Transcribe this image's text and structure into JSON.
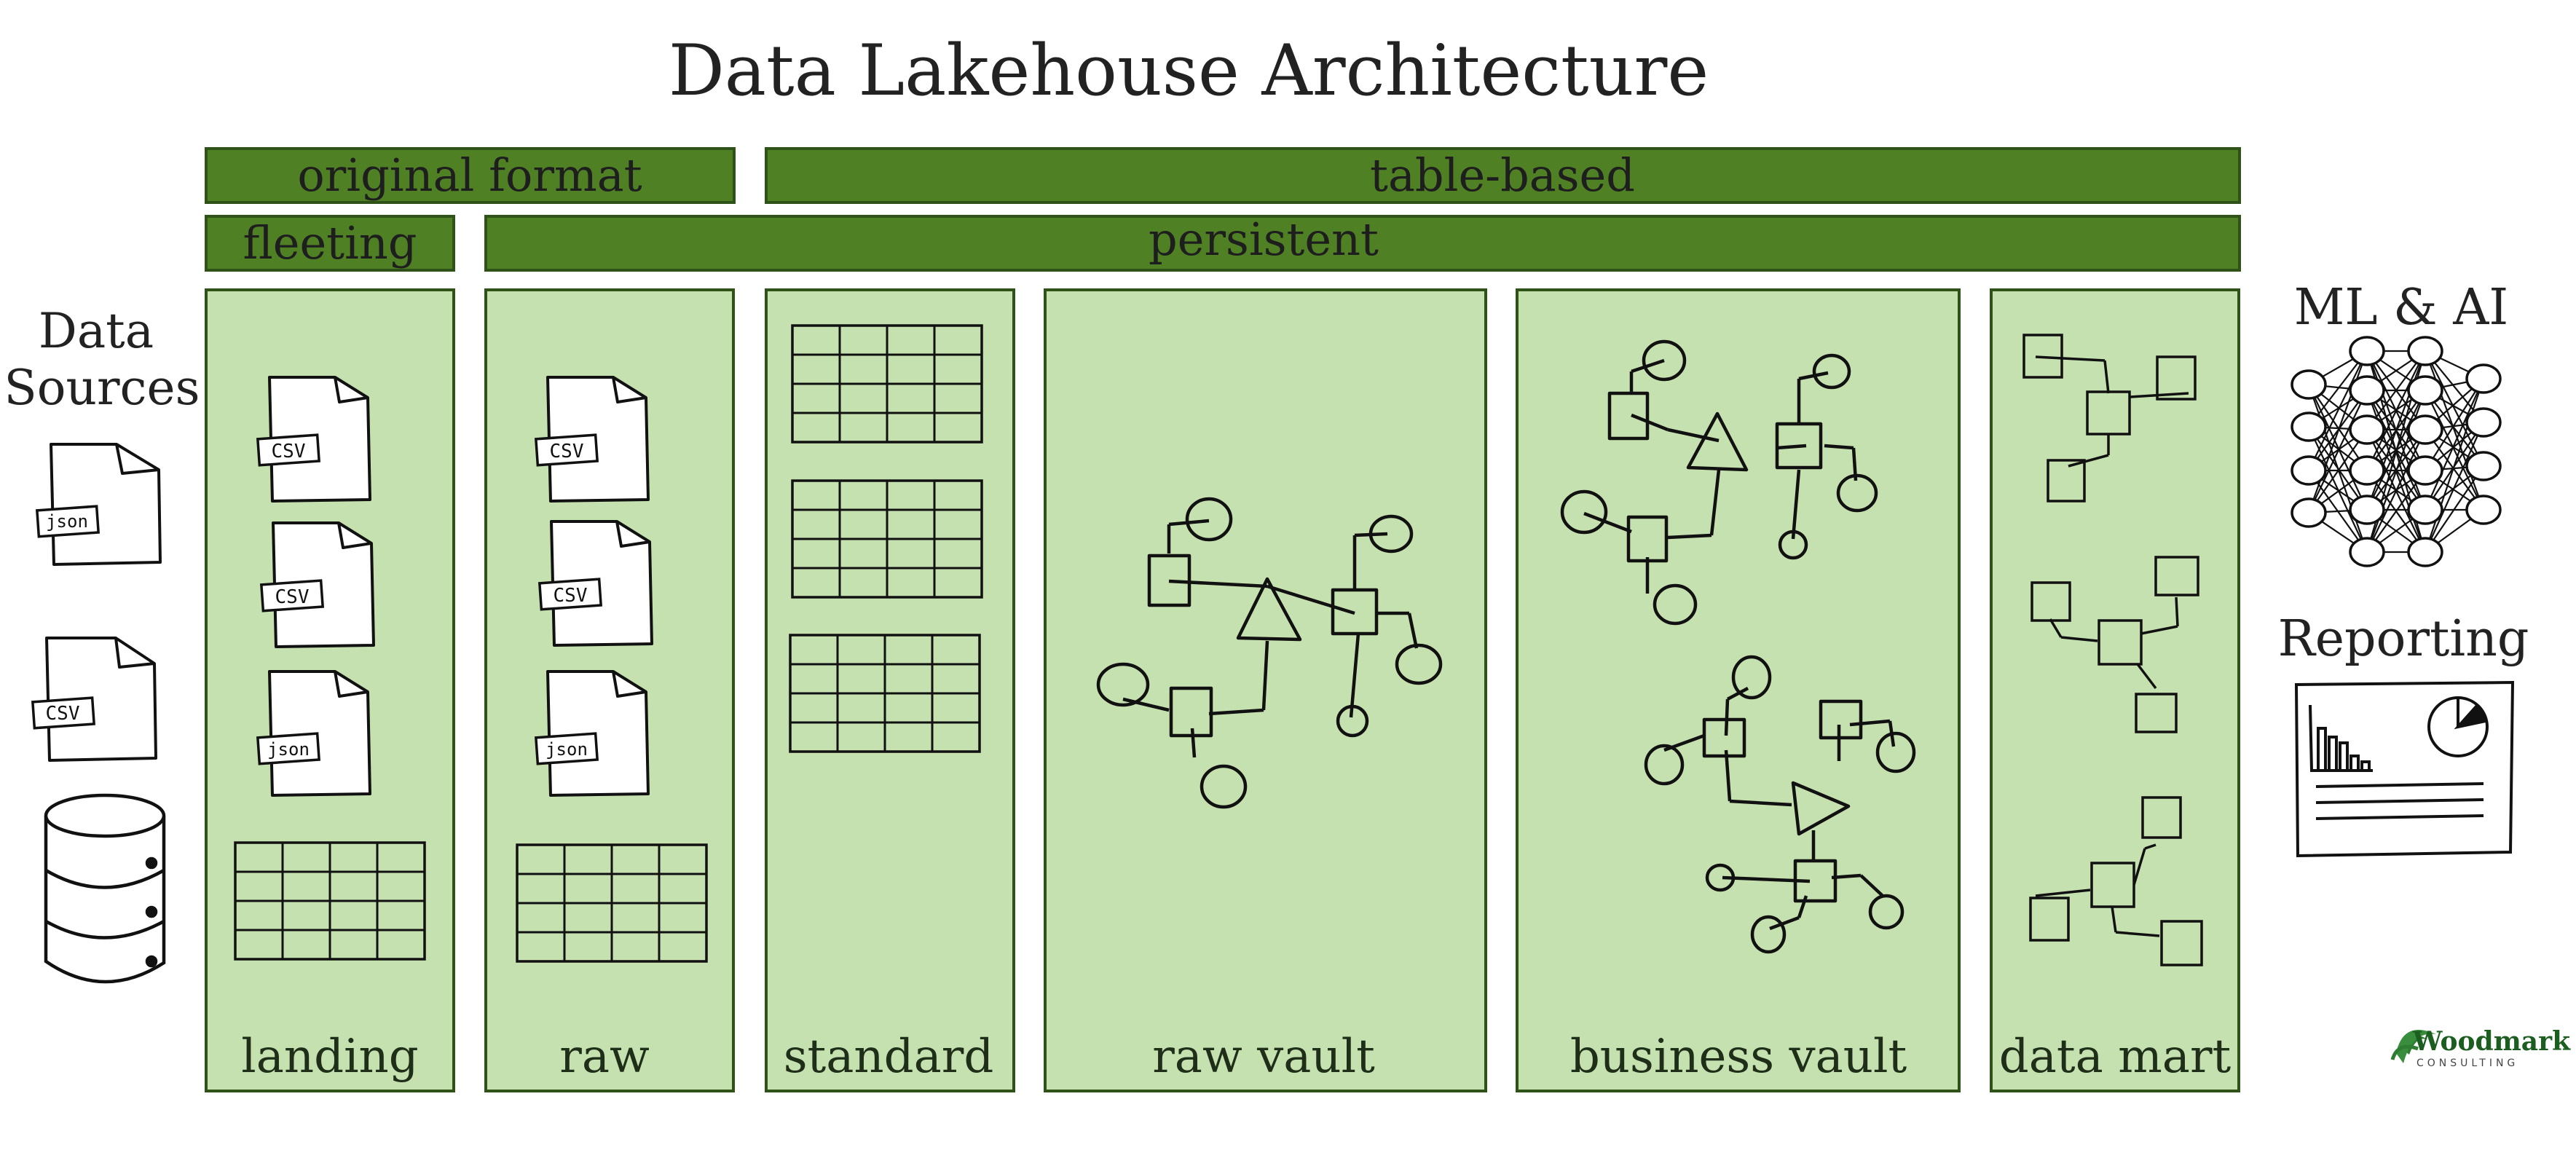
{
  "title": "Data Lakehouse Architecture",
  "bands": {
    "original_format": "original format",
    "table_based": "table-based",
    "fleeting": "fleeting",
    "persistent": "persistent"
  },
  "sources": {
    "label_line1": "Data",
    "label_line2": "Sources",
    "file_tags": [
      "json",
      "CSV"
    ]
  },
  "zones": [
    {
      "label": "landing",
      "file_tags": [
        "CSV",
        "CSV",
        "json"
      ]
    },
    {
      "label": "raw",
      "file_tags": [
        "CSV",
        "CSV",
        "json"
      ]
    },
    {
      "label": "standard"
    },
    {
      "label": "raw vault"
    },
    {
      "label": "business vault"
    },
    {
      "label": "data mart"
    }
  ],
  "consumers": {
    "ml_ai": "ML & AI",
    "reporting": "Reporting"
  },
  "brand": {
    "name": "Woodmark",
    "sub": "CONSULTING"
  },
  "colors": {
    "band_green": "#4f8124",
    "zone_fill": "#c5e1b0",
    "zone_border": "#2e5218",
    "ink": "#111111"
  },
  "icons": [
    "csv-file-icon",
    "json-file-icon",
    "table-icon",
    "database-icon",
    "data-vault-model-icon",
    "star-schema-icon",
    "neural-network-icon",
    "report-icon",
    "woodmark-logo"
  ]
}
